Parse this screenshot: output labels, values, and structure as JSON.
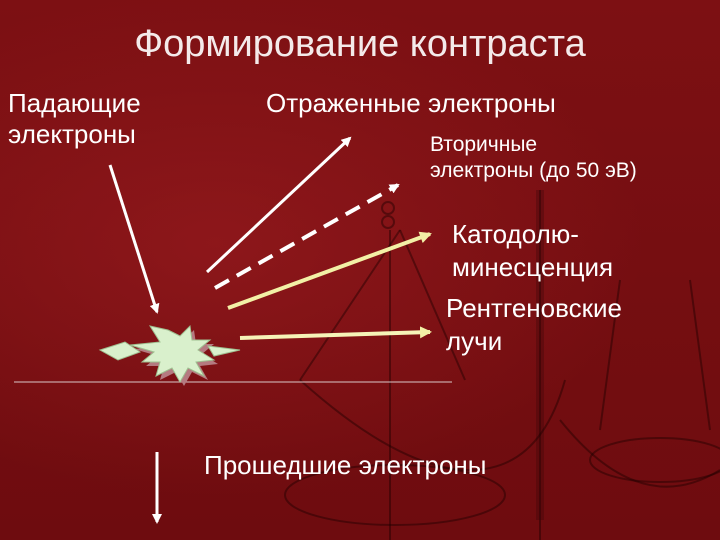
{
  "title": "Формирование контраста",
  "labels": {
    "incident": "Падающие\nэлектроны",
    "reflected": "Отраженные электроны",
    "secondary": "Вторичные\nэлектроны (до 50 эВ)",
    "cathodoluminescence": "Катодолю-\nминесценция",
    "xray": "Рентгеновские\nлучи",
    "transmitted": "Прошедшие электроны"
  },
  "colors": {
    "background": "#7a0f12",
    "text": "#ffffff",
    "reflected_arrow": "#ffffff",
    "secondary_arrow": "#ffffff",
    "cathodo_arrow": "#f3f0a6",
    "xray_arrow": "#f6f3b8",
    "specimen_spot": "#d9f0cc"
  },
  "icons": {
    "background": "balance-scale-icon",
    "specimen": "impact-splash-icon"
  }
}
